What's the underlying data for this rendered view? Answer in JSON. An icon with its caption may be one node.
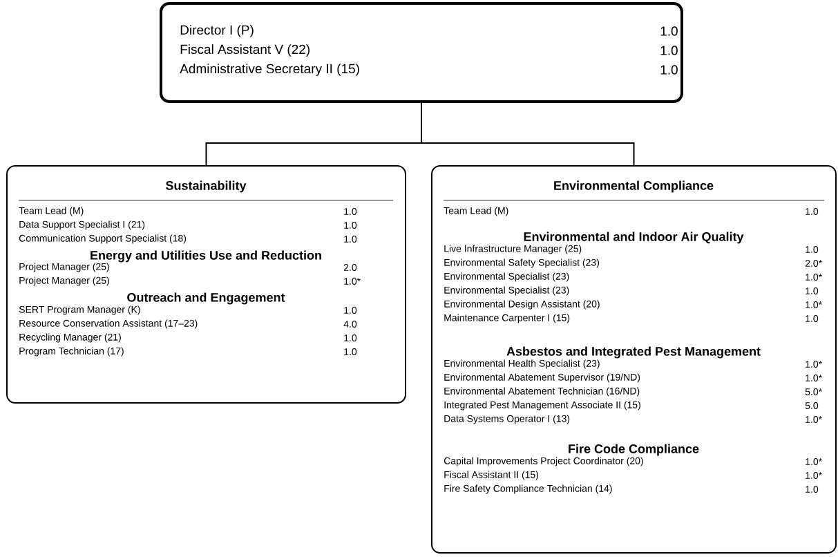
{
  "diagram": {
    "nodes": [
      {
        "text": [
          "Director I (P)",
          "1.0",
          "Fiscal Assistant V (22)",
          "1.0",
          "Administrative Secretary II (15)",
          "1.0"
        ]
      },
      {
        "text": [
          "Sustainability",
          "Team Lead (M)",
          "1.0",
          "Data Support Specialist I (21)",
          "1.0",
          "Communication Support Specialist (18)",
          "1.0",
          "Energy and Utilities Use and Reduction",
          "Project Manager (25)",
          "2.0",
          "Project Manager (25)",
          "1.0*",
          "Outreach and Engagement",
          "SERT Program Manager (K)",
          "1.0",
          "Resource Conservation Assistant (17–23)",
          "4.0",
          "Recycling Manager (21)",
          "1.0",
          "Program Technician (17)",
          "1.0"
        ]
      },
      {
        "text": [
          "Environmental Compliance",
          "Team Lead (M)",
          "1.0",
          "Environmental and Indoor Air Quality",
          "Live Infrastructure Manager (25)",
          "1.0",
          "Environmental Safety Specialist (23)",
          "2.0*",
          "Environmental Specialist (23)",
          "1.0*",
          "Environmental Specialist (23)",
          "1.0",
          "Environmental Design Assistant (20)",
          "1.0*",
          "Maintenance Carpenter I (15)",
          "1.0",
          "Asbestos and Integrated Pest Management",
          "Environmental Health Specialist (23)",
          "1.0*",
          "Environmental Abatement Supervisor (19/ND)",
          "1.0*",
          "Environmental Abatement Technician (16/ND)",
          "5.0*",
          "Integrated Pest Management Associate II (15)",
          "5.0",
          "Data Systems Operator I (13)",
          "1.0*",
          "Fire Code Compliance",
          "Capital Improvements Project Coordinator (20)",
          "1.0*",
          "Fiscal Assistant II (15)",
          "1.0*",
          "Fire Safety Compliance Technician (14)",
          "1.0"
        ]
      }
    ],
    "edges": [
      {
        "from": 0,
        "to": 1,
        "arrow": "none"
      },
      {
        "from": 0,
        "to": 2,
        "arrow": "none"
      }
    ]
  }
}
